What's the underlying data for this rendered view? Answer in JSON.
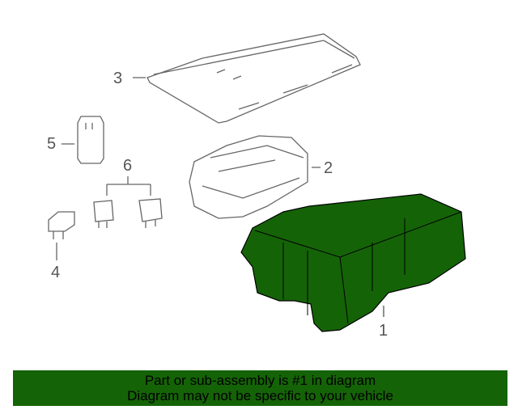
{
  "callouts": {
    "c1": "1",
    "c2": "2",
    "c3": "3",
    "c4": "4",
    "c5": "5",
    "c6": "6"
  },
  "banner": {
    "line1": "Part or sub-assembly is #1 in diagram",
    "line2": "Diagram may not be specific to your vehicle"
  },
  "colors": {
    "highlight": "#156307",
    "outline": "#555555"
  }
}
